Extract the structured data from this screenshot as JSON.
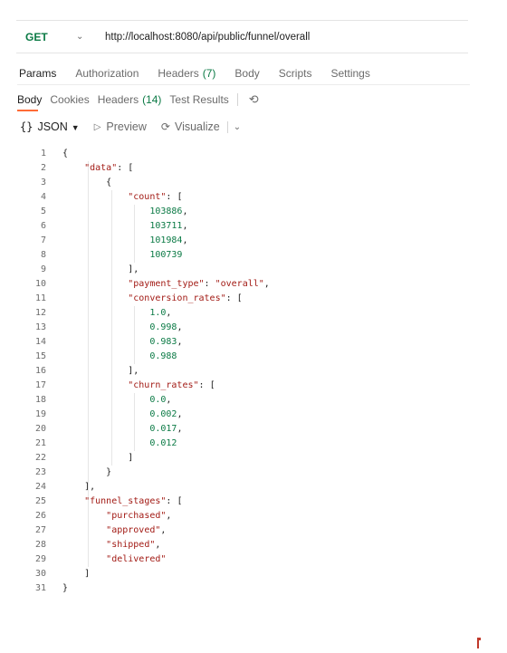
{
  "request": {
    "method": "GET",
    "url": "http://localhost:8080/api/public/funnel/overall"
  },
  "request_tabs": [
    {
      "label": "Params",
      "count": ""
    },
    {
      "label": "Authorization",
      "count": ""
    },
    {
      "label": "Headers",
      "count": "(7)"
    },
    {
      "label": "Body",
      "count": ""
    },
    {
      "label": "Scripts",
      "count": ""
    },
    {
      "label": "Settings",
      "count": ""
    }
  ],
  "response_tabs": [
    {
      "label": "Body",
      "count": ""
    },
    {
      "label": "Cookies",
      "count": ""
    },
    {
      "label": "Headers",
      "count": "(14)"
    },
    {
      "label": "Test Results",
      "count": ""
    }
  ],
  "view_bar": {
    "format_label": "JSON",
    "format_braces": "{}",
    "preview_label": "Preview",
    "visualize_label": "Visualize"
  },
  "icons": {
    "method_caret": "chevron-down-icon",
    "history": "history-icon",
    "preview": "play-icon",
    "visualize": "visualize-icon"
  },
  "colors": {
    "accent": "#ff6c37",
    "method_get": "#0b7a45",
    "json_string": "#a21b15",
    "json_number": "#0b7a45"
  },
  "code_lines": [
    "{",
    "    \"data\": [",
    "        {",
    "            \"count\": [",
    "                103886,",
    "                103711,",
    "                101984,",
    "                100739",
    "            ],",
    "            \"payment_type\": \"overall\",",
    "            \"conversion_rates\": [",
    "                1.0,",
    "                0.998,",
    "                0.983,",
    "                0.988",
    "            ],",
    "            \"churn_rates\": [",
    "                0.0,",
    "                0.002,",
    "                0.017,",
    "                0.012",
    "            ]",
    "        }",
    "    ],",
    "    \"funnel_stages\": [",
    "        \"purchased\",",
    "        \"approved\",",
    "        \"shipped\",",
    "        \"delivered\"",
    "    ]",
    "}"
  ]
}
